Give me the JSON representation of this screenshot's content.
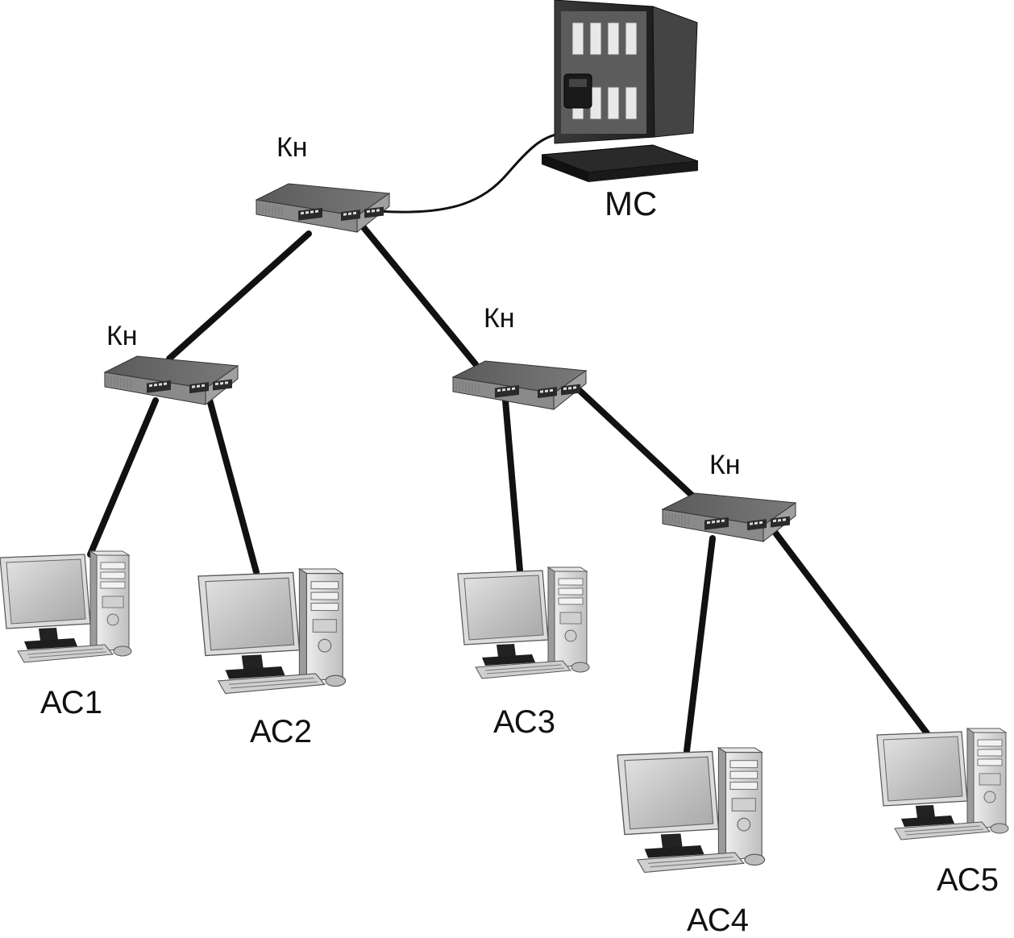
{
  "labels": {
    "server": "МС",
    "switch_root": "Кн",
    "switch_left": "Кн",
    "switch_middle": "Кн",
    "switch_right": "Кн",
    "ac1": "АС1",
    "ac2": "АС2",
    "ac3": "АС3",
    "ac4": "АС4",
    "ac5": "АС5"
  },
  "colors": {
    "cable": "#111111",
    "switch_top": "#6b6b6b",
    "switch_front": "#9a9a9a",
    "screen": "#c8c8c8",
    "case": "#d8d8d8"
  }
}
